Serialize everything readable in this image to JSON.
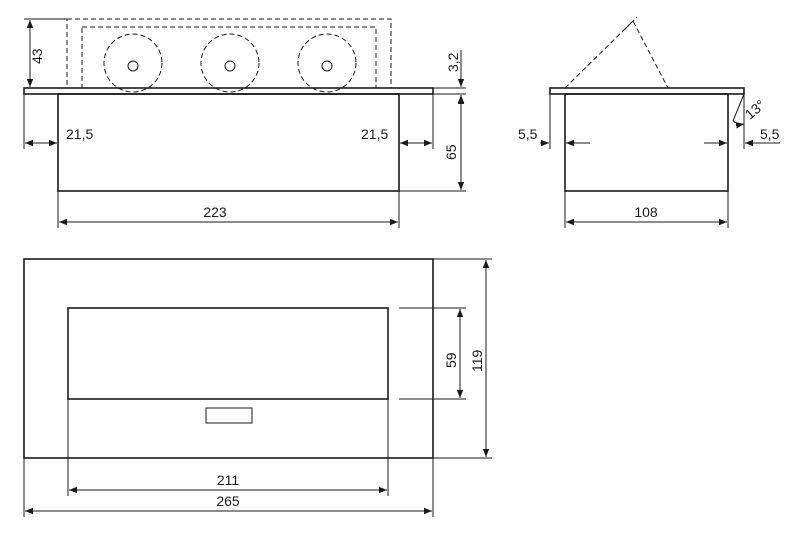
{
  "front_view": {
    "dim_height_raised": "43",
    "dim_lid_thickness": "3,2",
    "dim_left_offset": "21,5",
    "dim_right_offset": "21,5",
    "dim_body_height": "65",
    "dim_body_width": "223",
    "socket_count": 3
  },
  "side_view": {
    "dim_angle": "13°",
    "dim_left_offset": "5,5",
    "dim_right_offset": "5,5",
    "dim_body_width": "108"
  },
  "top_view": {
    "dim_cutout_height": "59",
    "dim_overall_height": "119",
    "dim_cutout_width": "211",
    "dim_overall_width": "265"
  }
}
